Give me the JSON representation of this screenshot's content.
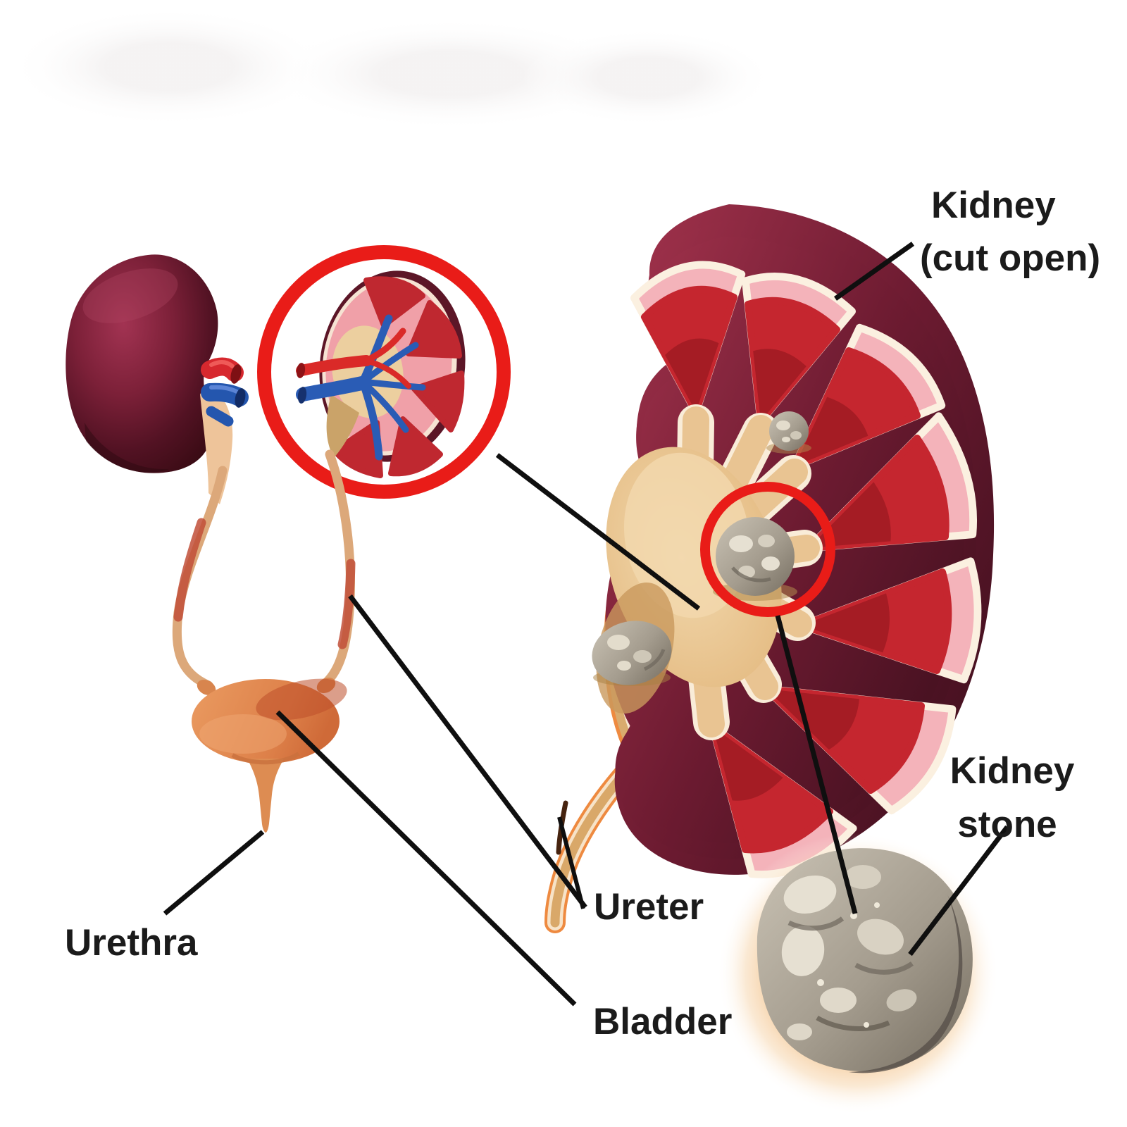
{
  "labels": {
    "kidney_cut_open_line1": "Kidney",
    "kidney_cut_open_line2": "(cut open)",
    "kidney_stone_line1": "Kidney",
    "kidney_stone_line2": "stone",
    "ureter": "Ureter",
    "bladder": "Bladder",
    "urethra": "Urethra"
  },
  "palette": {
    "background": "#ffffff",
    "label_text": "#1b1b1b",
    "leader_line": "#0f0f0f",
    "highlight_ring_red": "#e91c18",
    "kidney_dark_maroon": "#5a1426",
    "kidney_rim_maroon": "#7c2138",
    "cortex_pink": "#ef99a2",
    "pyramid_red": "#c5262f",
    "pelvis_tan": "#e9c492",
    "ureter_tan": "#dca87a",
    "ureter_red": "#c14f38",
    "renal_artery_red": "#d7282e",
    "renal_vein_blue": "#2456ae",
    "bladder_orange": "#e89659",
    "stone_gray": "#aaa294",
    "stone_glow_orange": "#f3c088"
  }
}
